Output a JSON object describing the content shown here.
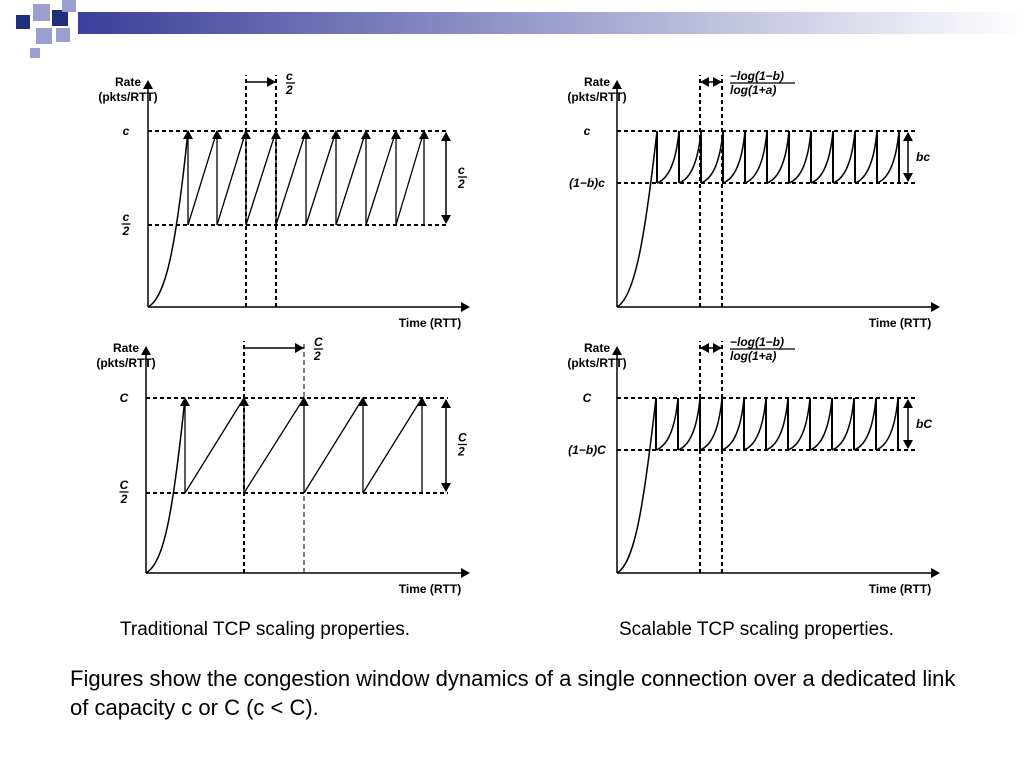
{
  "diagrams": [
    {
      "id": "trad-c",
      "y_label_line1": "Rate",
      "y_label_line2": "(pkts/RTT)",
      "x_label": "Time (RTT)",
      "top_label": "c",
      "bottom_label_num": "c",
      "bottom_label_den": "2",
      "right_label_num": "c",
      "right_label_den": "2",
      "period_label_num": "c",
      "period_label_den": "2"
    },
    {
      "id": "scal-c",
      "y_label_line1": "Rate",
      "y_label_line2": "(pkts/RTT)",
      "x_label": "Time (RTT)",
      "top_label": "c",
      "bottom_label": "(1−b)c",
      "right_label": "bc",
      "period_label_num": "−log(1−b)",
      "period_label_den": "log(1+a)"
    },
    {
      "id": "trad-C",
      "y_label_line1": "Rate",
      "y_label_line2": "(pkts/RTT)",
      "x_label": "Time (RTT)",
      "top_label": "C",
      "bottom_label_num": "C",
      "bottom_label_den": "2",
      "right_label_num": "C",
      "right_label_den": "2",
      "period_label_num": "C",
      "period_label_den": "2"
    },
    {
      "id": "scal-C",
      "y_label_line1": "Rate",
      "y_label_line2": "(pkts/RTT)",
      "x_label": "Time (RTT)",
      "top_label": "C",
      "bottom_label": "(1−b)C",
      "right_label": "bC",
      "period_label_num": "−log(1−b)",
      "period_label_den": "log(1+a)"
    }
  ],
  "captions": {
    "left": "Traditional TCP scaling properties.",
    "right": "Scalable TCP scaling properties."
  },
  "footnote": "Figures show the congestion window dynamics of a single connection over a dedicated link of capacity c or C (c < C).",
  "colors": {
    "header_square_dark": "#1f2f7a",
    "header_square_light": "#9a9fd0",
    "header_gradient_start": "#3a3f9a",
    "header_gradient_end": "#ffffff"
  }
}
